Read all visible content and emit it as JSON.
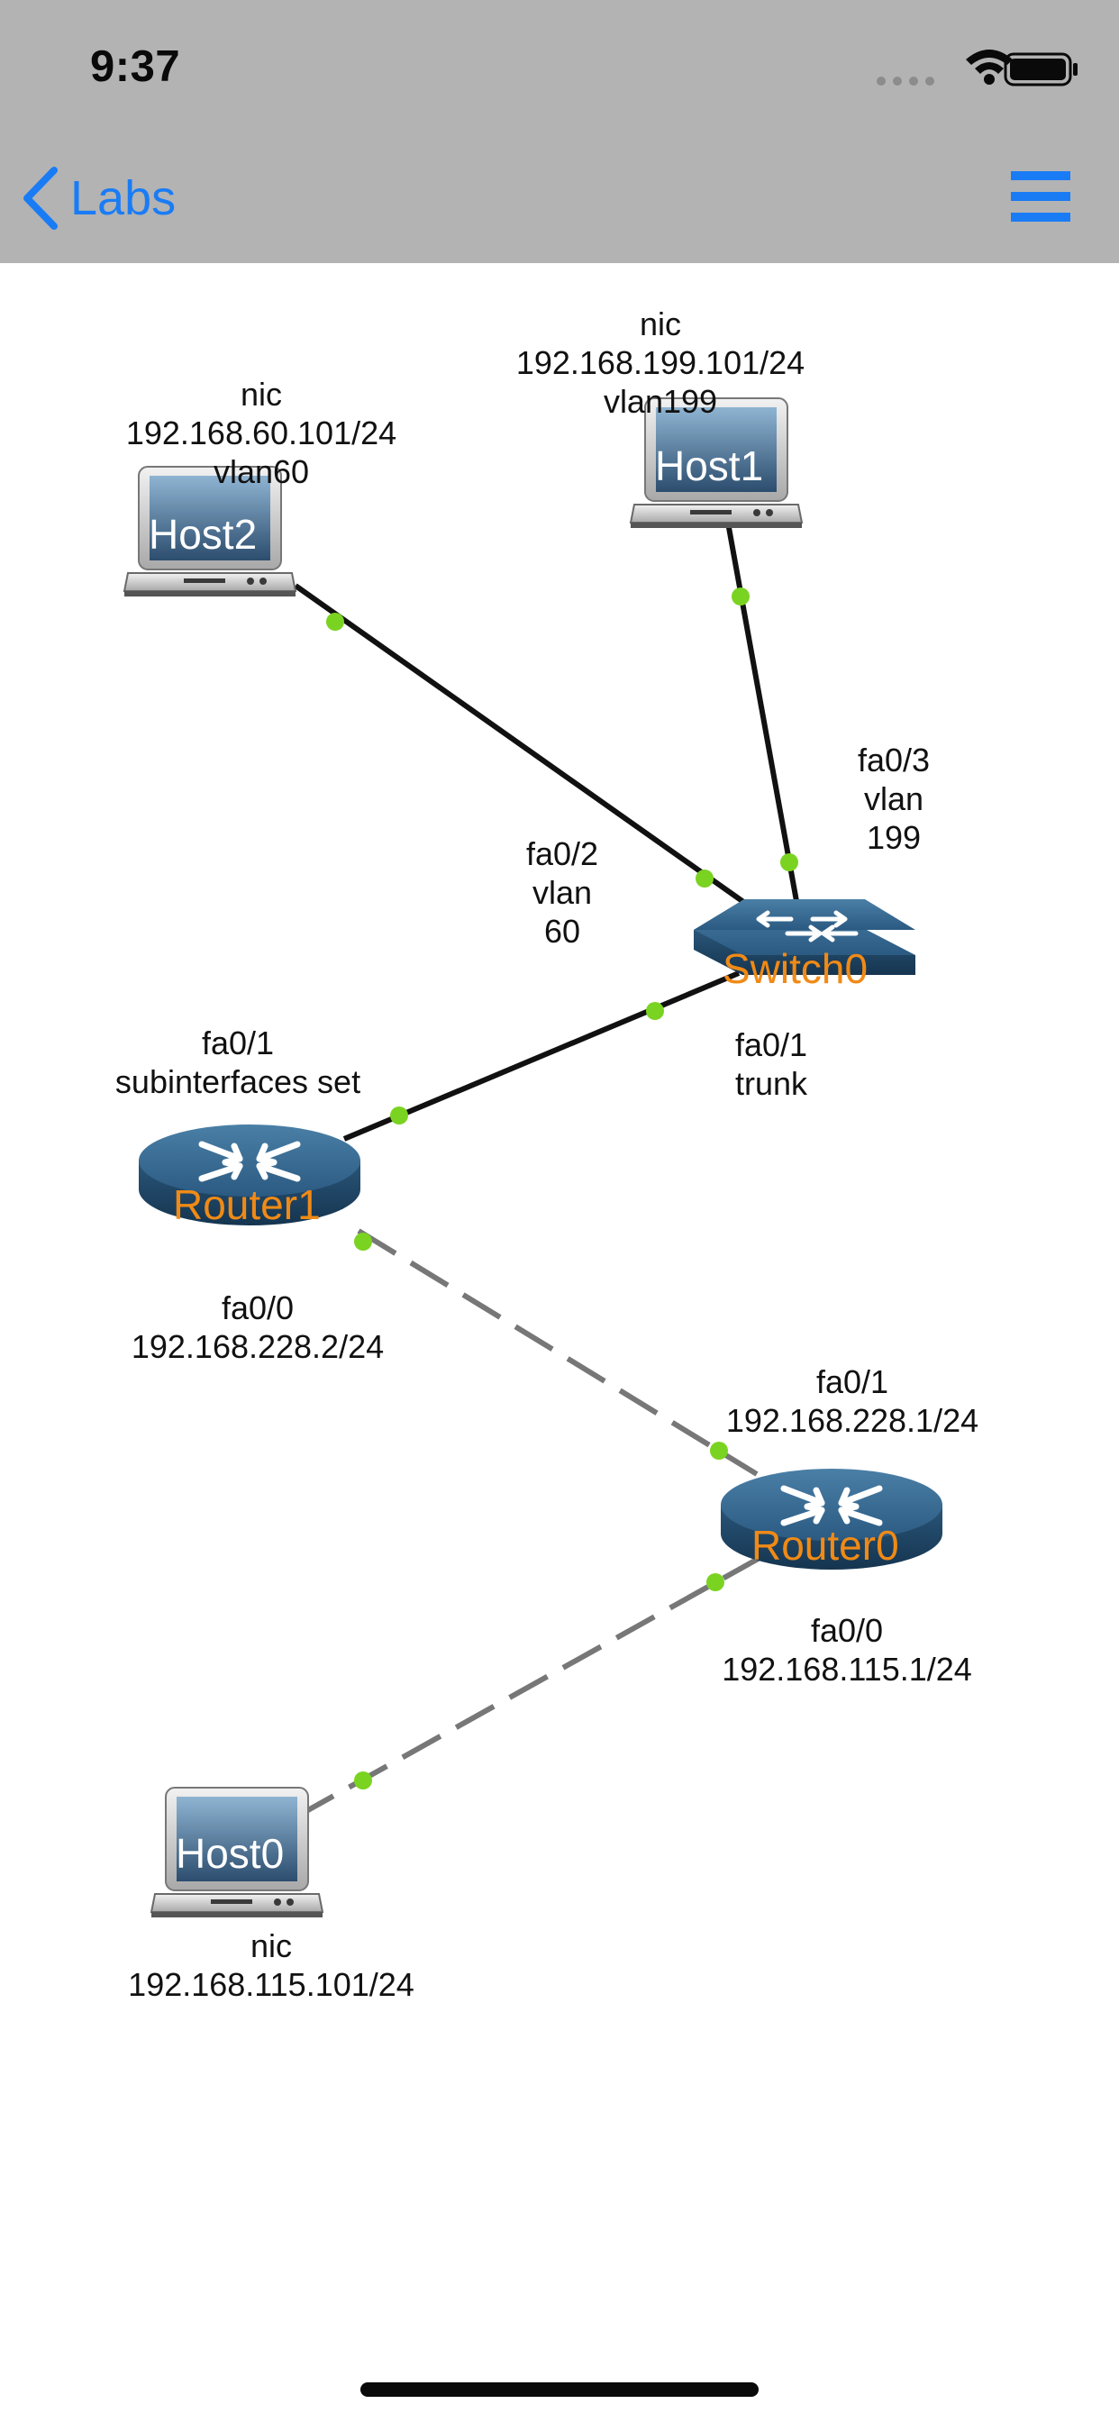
{
  "status": {
    "time": "9:37"
  },
  "nav": {
    "back_label": "Labs"
  },
  "devices": {
    "host2": "Host2",
    "host1": "Host1",
    "switch0": "Switch0",
    "router1": "Router1",
    "router0": "Router0",
    "host0": "Host0"
  },
  "labels": {
    "host1": [
      "nic",
      "192.168.199.101/24",
      "vlan199"
    ],
    "host2": [
      "nic",
      "192.168.60.101/24",
      "vlan60"
    ],
    "switch_fa03": [
      "fa0/3",
      "vlan",
      "199"
    ],
    "switch_fa02": [
      "fa0/2",
      "vlan",
      "60"
    ],
    "switch_fa01": [
      "fa0/1",
      "trunk"
    ],
    "router1_fa01": [
      "fa0/1",
      "subinterfaces set"
    ],
    "router1_fa00": [
      "fa0/0",
      "192.168.228.2/24"
    ],
    "router0_fa01": [
      "fa0/1",
      "192.168.228.1/24"
    ],
    "router0_fa00": [
      "fa0/0",
      "192.168.115.1/24"
    ],
    "host0": [
      "nic",
      "192.168.115.101/24"
    ]
  },
  "colors": {
    "bar_bg": "#b3b3b3",
    "accent": "#1a7cf5",
    "link_dot": "#7ad321",
    "router_label": "#f08a16"
  }
}
